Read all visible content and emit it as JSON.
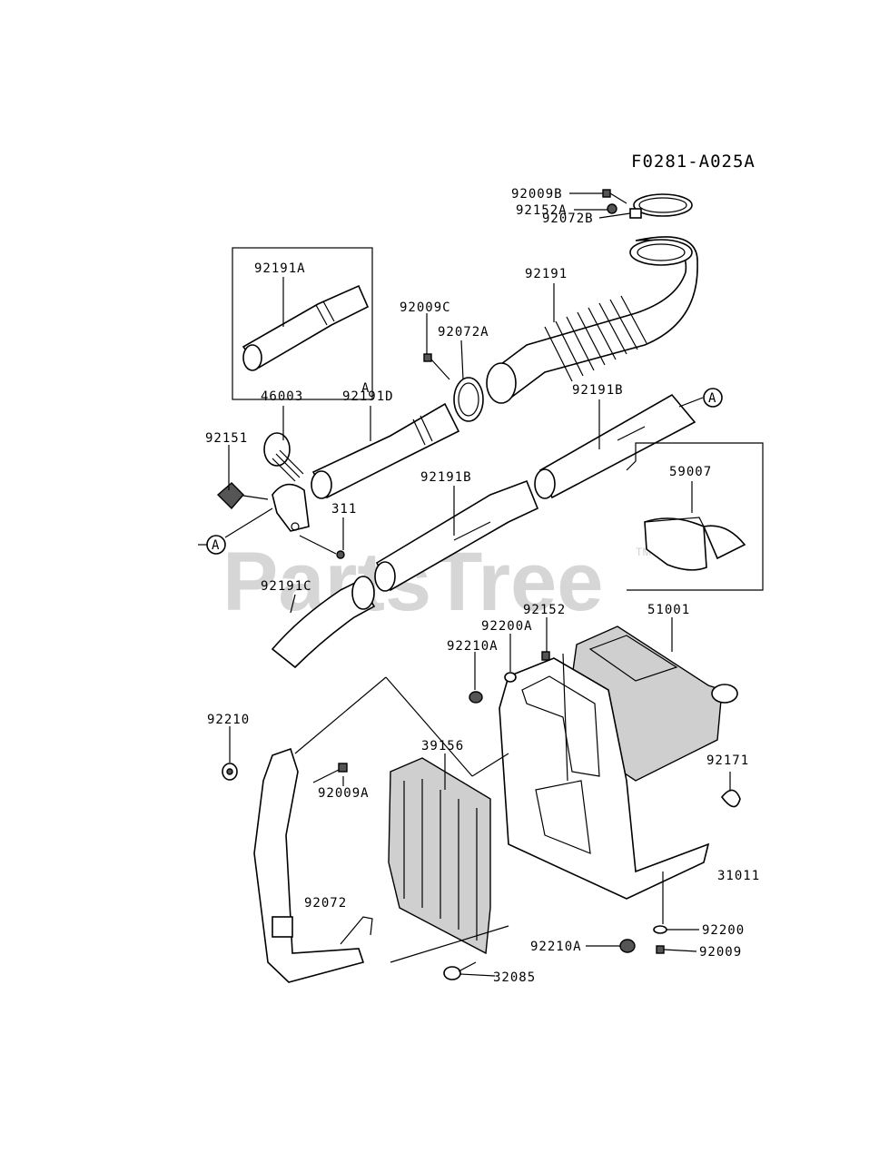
{
  "figure_id": "F0281-A025A",
  "watermark": "PartsTree",
  "watermark_mark": "TM",
  "callouts": {
    "p92009B": "92009B",
    "p92072B": "92072B",
    "p92152A": "92152A",
    "p92191": "92191",
    "p92191A": "92191A",
    "p92009C": "92009C",
    "p92072A": "92072A",
    "p92191D": "92191D",
    "p46003": "46003",
    "p92151": "92151",
    "p311": "311",
    "p92191B_top": "92191B",
    "p92191B_mid": "92191B",
    "p59007": "59007",
    "p92191C": "92191C",
    "p92152": "92152",
    "p92200A": "92200A",
    "p92210A_top": "92210A",
    "p51001": "51001",
    "p92210": "92210",
    "p92009A": "92009A",
    "p39156": "39156",
    "p92171": "92171",
    "p31011": "31011",
    "p92072": "92072",
    "p92200": "92200",
    "p92210A_bot": "92210A",
    "p92009": "92009",
    "p32085": "32085"
  },
  "inset_ref": "A",
  "ref_circle_top": "A",
  "ref_circle_left": "A"
}
